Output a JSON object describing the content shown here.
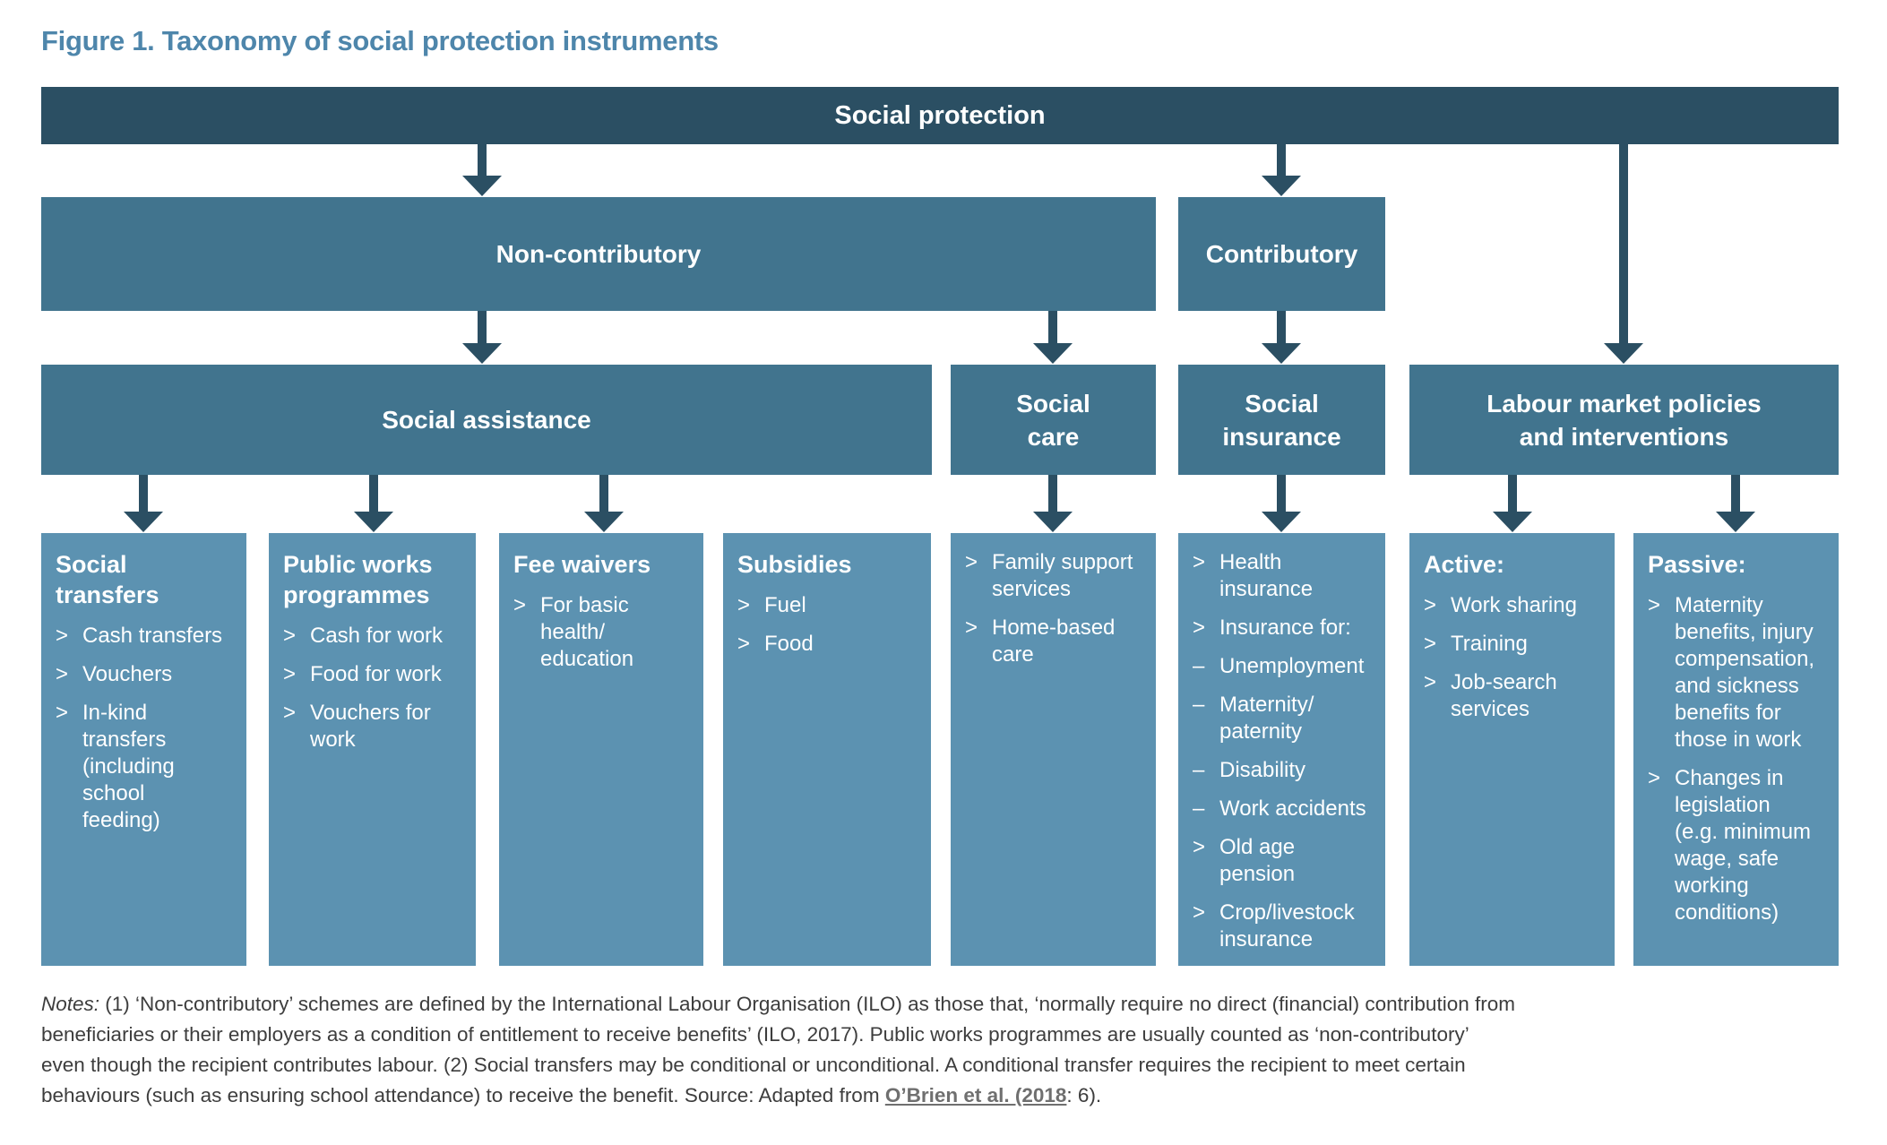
{
  "title": "Figure 1. Taxonomy of social protection instruments",
  "colors": {
    "dark": "#2B4F63",
    "mid": "#41748E",
    "light": "#5C92B1",
    "title": "#4E86AB",
    "note_text": "#3D3D3D",
    "link": "#6F6F6F",
    "background": "#FFFFFF"
  },
  "boxes": {
    "root": "Social protection",
    "non_contributory": "Non-contributory",
    "contributory": "Contributory",
    "social_assistance": "Social assistance",
    "social_care": "Social\ncare",
    "social_insurance": "Social\ninsurance",
    "labour_market": "Labour market policies\nand interventions"
  },
  "columns": [
    {
      "header": "Social\ntransfers",
      "items": [
        {
          "marker": ">",
          "text": "Cash transfers"
        },
        {
          "marker": ">",
          "text": "Vouchers"
        },
        {
          "marker": ">",
          "text": "In-kind\ntransfers\n(including\nschool\nfeeding)"
        }
      ]
    },
    {
      "header": "Public works\nprogrammes",
      "items": [
        {
          "marker": ">",
          "text": "Cash for work"
        },
        {
          "marker": ">",
          "text": "Food for work"
        },
        {
          "marker": ">",
          "text": "Vouchers for\nwork"
        }
      ]
    },
    {
      "header": "Fee waivers",
      "items": [
        {
          "marker": ">",
          "text": "For basic\nhealth/\neducation"
        }
      ]
    },
    {
      "header": "Subsidies",
      "items": [
        {
          "marker": ">",
          "text": "Fuel"
        },
        {
          "marker": ">",
          "text": "Food"
        }
      ]
    },
    {
      "header": "",
      "items": [
        {
          "marker": ">",
          "text": "Family support\nservices"
        },
        {
          "marker": ">",
          "text": "Home-based\ncare"
        }
      ]
    },
    {
      "header": "",
      "items": [
        {
          "marker": ">",
          "text": "Health\ninsurance"
        },
        {
          "marker": ">",
          "text": "Insurance for:"
        },
        {
          "marker": "–",
          "text": "Unemployment"
        },
        {
          "marker": "–",
          "text": "Maternity/\npaternity"
        },
        {
          "marker": "–",
          "text": "Disability"
        },
        {
          "marker": "–",
          "text": "Work accidents"
        },
        {
          "marker": ">",
          "text": "Old age\npension"
        },
        {
          "marker": ">",
          "text": "Crop/livestock\ninsurance"
        }
      ]
    },
    {
      "header": "Active:",
      "items": [
        {
          "marker": ">",
          "text": "Work sharing"
        },
        {
          "marker": ">",
          "text": "Training"
        },
        {
          "marker": ">",
          "text": "Job-search\nservices"
        }
      ]
    },
    {
      "header": "Passive:",
      "items": [
        {
          "marker": ">",
          "text": "Maternity\nbenefits, injury\ncompensation,\nand sickness\nbenefits for\nthose in work"
        },
        {
          "marker": ">",
          "text": "Changes in\nlegislation\n(e.g. minimum\nwage, safe\nworking\nconditions)"
        }
      ]
    }
  ],
  "notes": {
    "label": "Notes:",
    "line1": " (1) ‘Non-contributory’ schemes are defined by the International Labour Organisation (ILO) as those that, ‘normally require no direct (financial) contribution from",
    "line2": "beneficiaries or their employers as a condition of entitlement to receive benefits’ (ILO, 2017). Public works programmes are usually counted as ‘non-contributory’",
    "line3": "even though the recipient contributes labour. (2) Social transfers may be conditional or unconditional. A conditional transfer requires the recipient to meet certain",
    "line4_pre": "behaviours (such as ensuring school attendance) to receive the benefit. Source: Adapted from ",
    "link_text": "O’Brien et al. (2018",
    "line4_post": ": 6)."
  }
}
